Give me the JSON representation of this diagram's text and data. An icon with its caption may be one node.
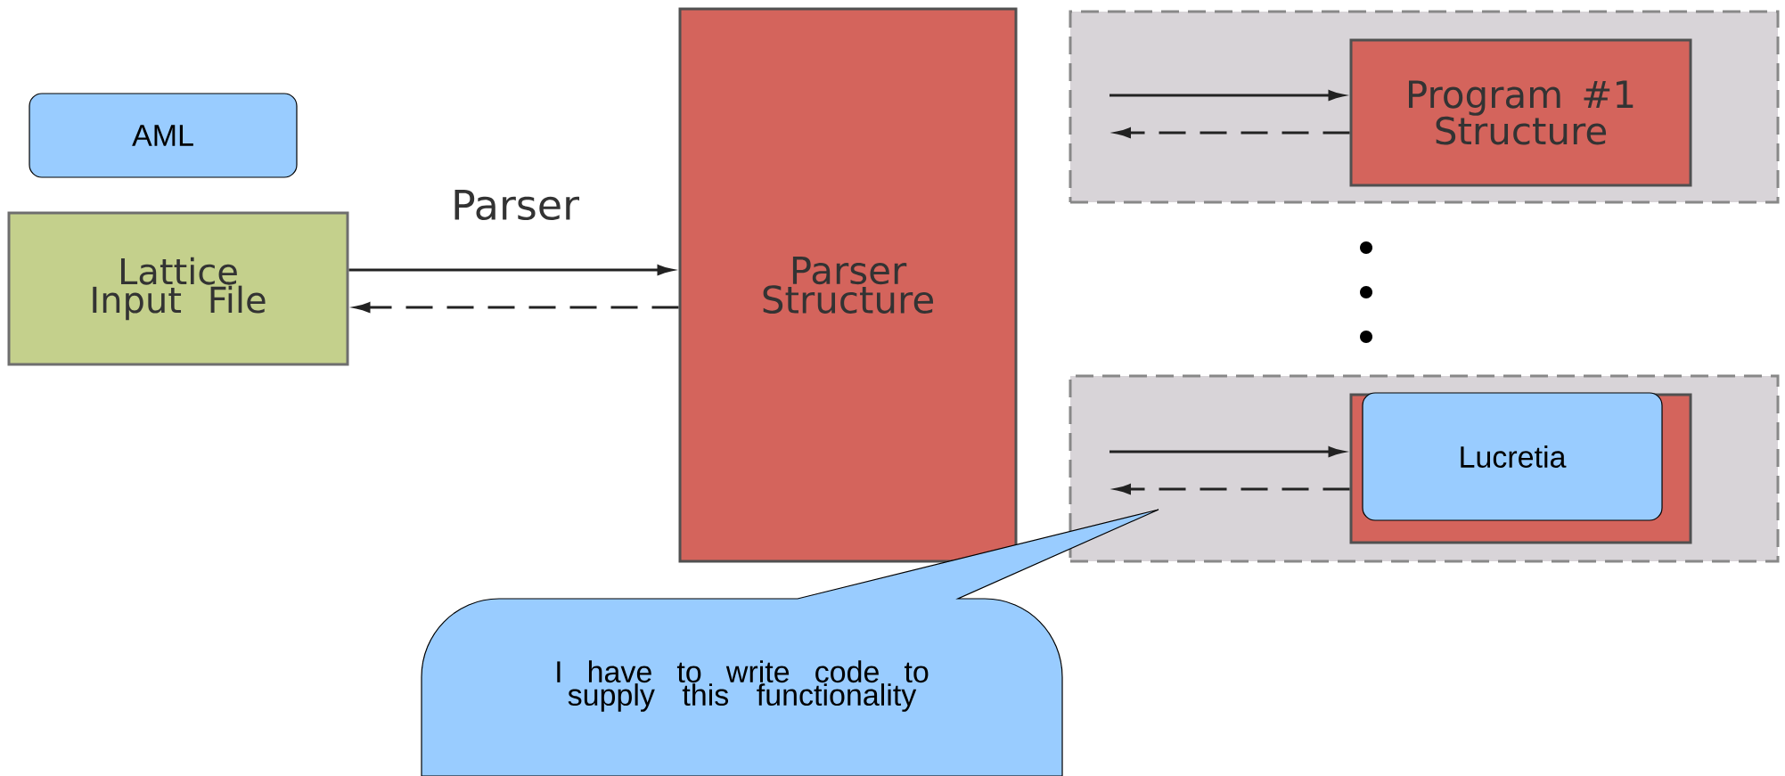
{
  "diagram": {
    "nodes": [
      {
        "text": [
          "AML"
        ]
      },
      {
        "text": [
          "Lattice Input File"
        ]
      },
      {
        "text": [
          "Parser Structure"
        ]
      },
      {
        "text": [],
        "shape": "box"
      },
      {
        "text": [
          "Program #1 Structure"
        ],
        "in": 3
      },
      {
        "text": [],
        "shape": "box"
      },
      {
        "text": [],
        "shape": "box",
        "in": 5
      },
      {
        "text": [
          "Lucretia"
        ],
        "in": 6
      },
      {
        "text": [
          "I have to write code to supply this functionality"
        ]
      }
    ],
    "edges": [
      {
        "from": 1,
        "to": 2,
        "arrow": "to",
        "label": "Parser"
      },
      {
        "from": 2,
        "to": 1,
        "arrow": "to",
        "style": "dashed"
      },
      {
        "from": null,
        "to": 4,
        "arrow": "to"
      },
      {
        "from": 4,
        "to": null,
        "arrow": "to",
        "style": "dashed"
      },
      {
        "from": null,
        "to": 6,
        "arrow": "to"
      },
      {
        "from": 6,
        "to": null,
        "arrow": "to",
        "style": "dashed"
      }
    ]
  }
}
